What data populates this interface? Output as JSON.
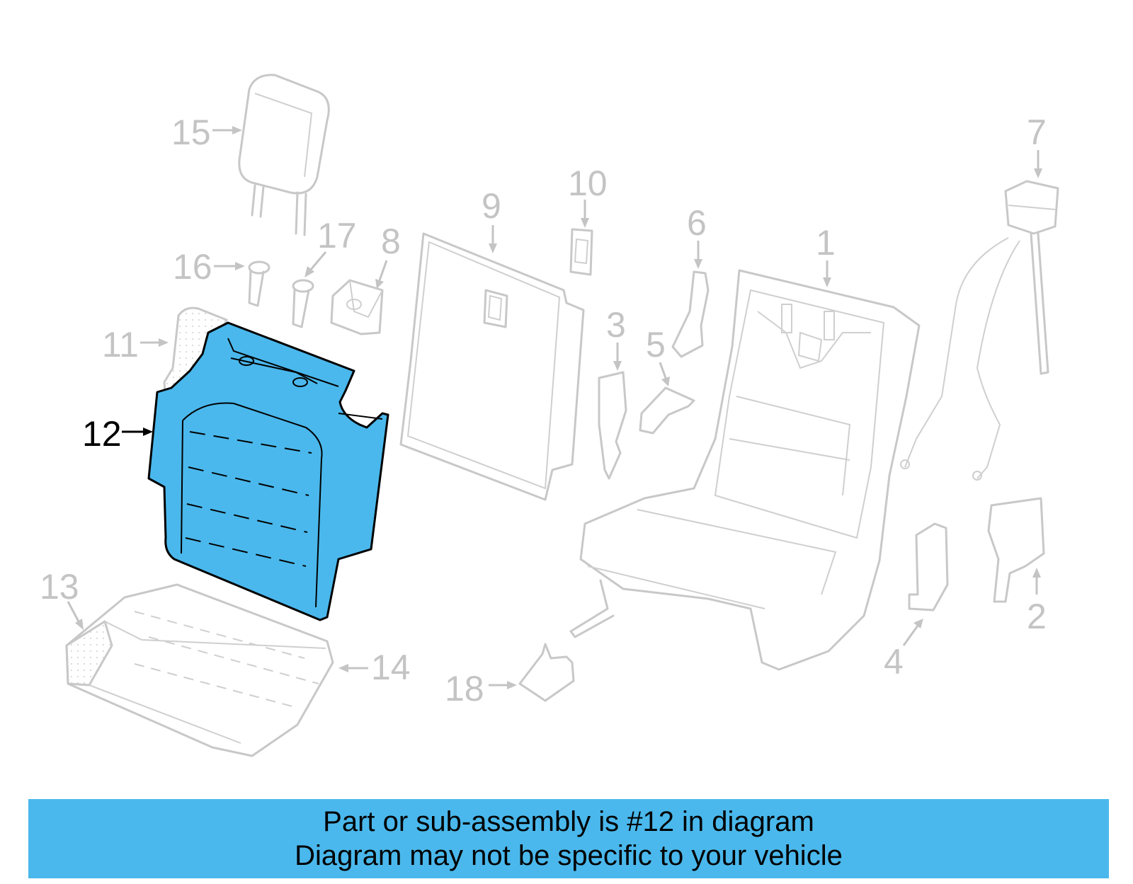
{
  "banner": {
    "line1": "Part or sub-assembly is #12 in diagram",
    "line2": "Diagram may not be specific to your vehicle"
  },
  "highlight_color": "#4ab8ec",
  "highlighted_part": "12",
  "callouts": {
    "c1": "1",
    "c2": "2",
    "c3": "3",
    "c4": "4",
    "c5": "5",
    "c6": "6",
    "c7": "7",
    "c8": "8",
    "c9": "9",
    "c10": "10",
    "c11": "11",
    "c12": "12",
    "c13": "13",
    "c14": "14",
    "c15": "15",
    "c16": "16",
    "c17": "17",
    "c18": "18"
  }
}
